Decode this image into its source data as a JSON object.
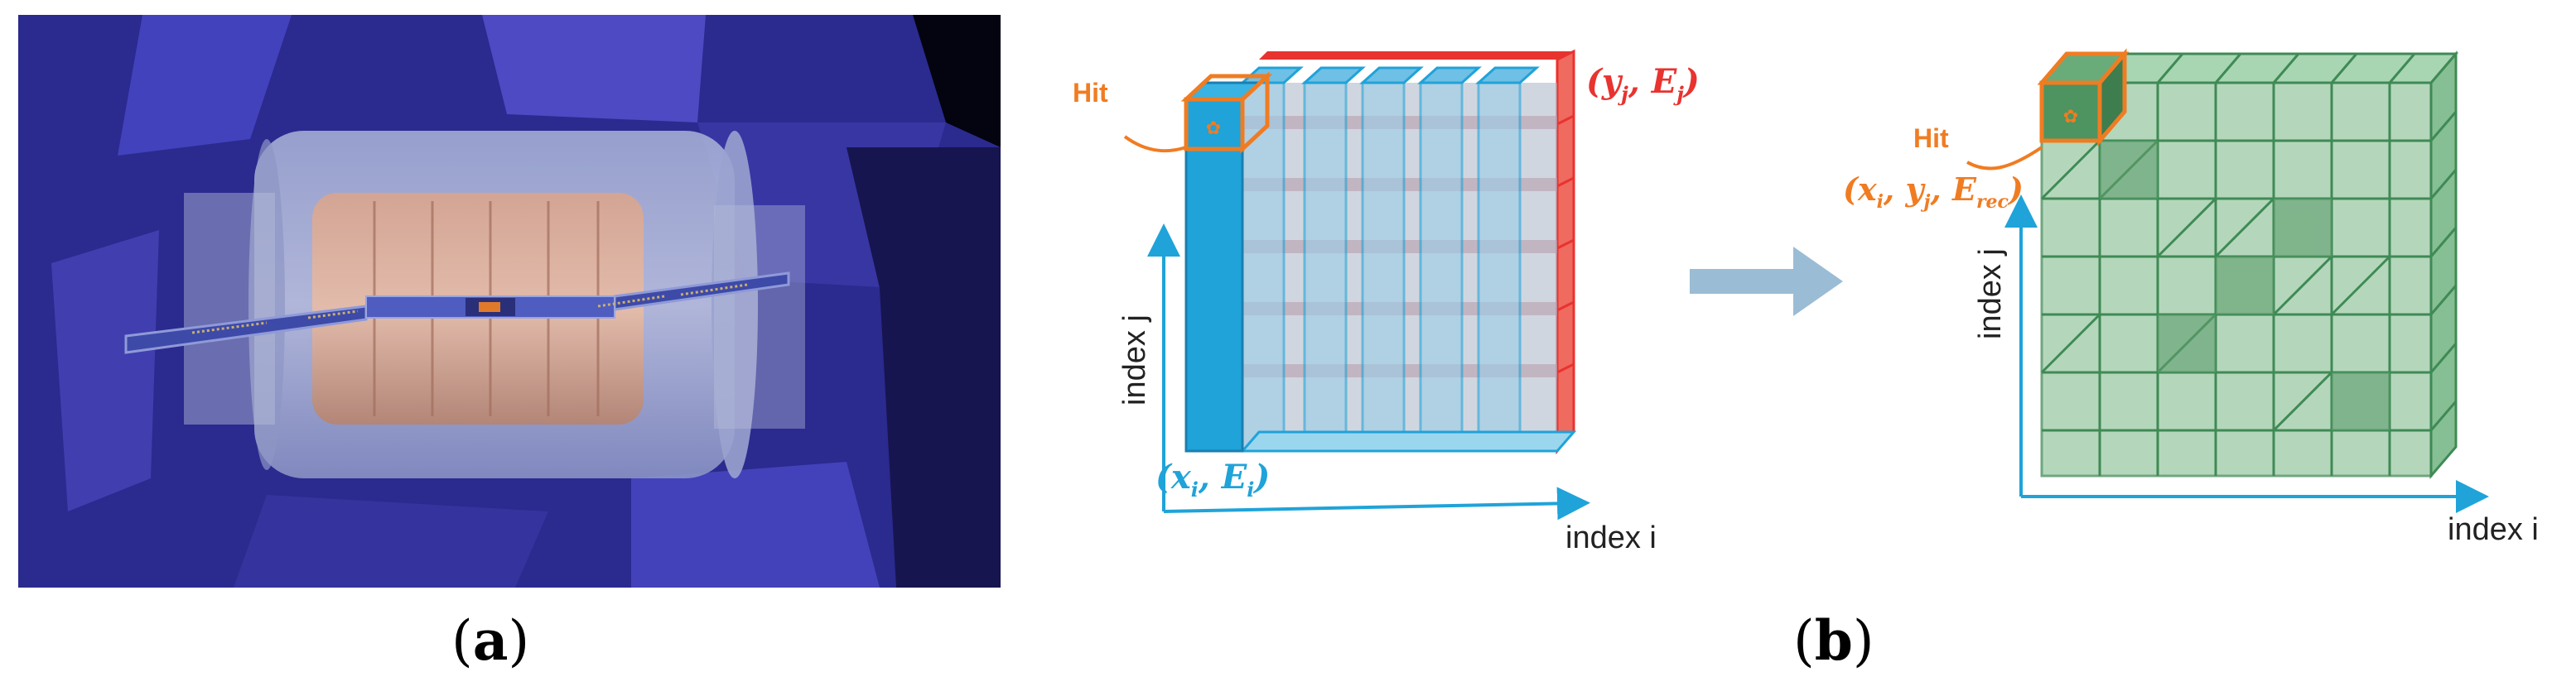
{
  "captions": {
    "a": "a",
    "b": "b"
  },
  "panel_b": {
    "left": {
      "hit_label": "Hit",
      "axis_j": "index j",
      "axis_i": "index i",
      "x_label": "(x",
      "x_sub": "i",
      "x_mid": ", E",
      "x_sub2": "i",
      "x_end": ")",
      "y_label": "(y",
      "y_sub": "j",
      "y_mid": ", E",
      "y_sub2": "j",
      "y_end": ")"
    },
    "right": {
      "hit_label": "Hit",
      "axis_j": "index j",
      "axis_i": "index i",
      "coord_open": "(x",
      "coord_sub_i": "i",
      "coord_mid": ", y",
      "coord_sub_j": "j",
      "coord_mid2": ", E",
      "coord_sub_rec": "rec",
      "coord_end": ")"
    }
  },
  "colors": {
    "blue": "#1fa3d9",
    "red": "#e8332f",
    "orange": "#f07c22",
    "green": "#3f8a55",
    "arrow": "#9bbcd5"
  }
}
